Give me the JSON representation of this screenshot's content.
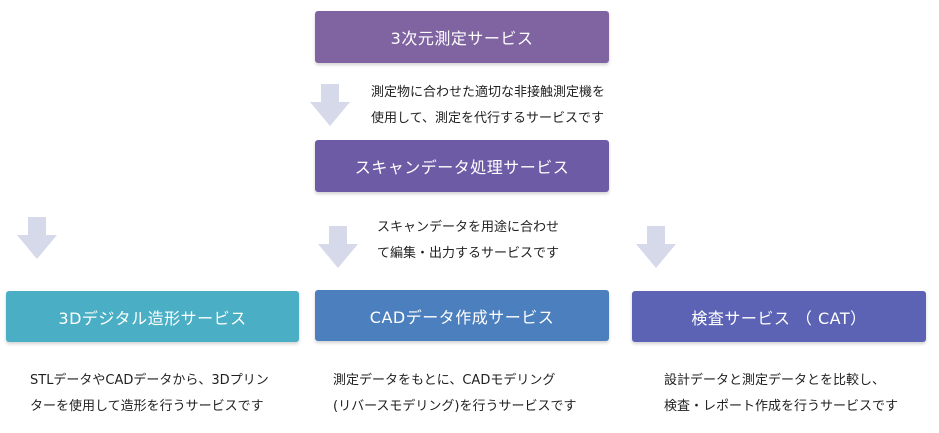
{
  "colors": {
    "measure": "#8064a2",
    "scan": "#6e5ba6",
    "print3d": "#4aaec5",
    "cad": "#4b7fbd",
    "cat": "#5c63b5",
    "arrow": "#d6d9ea"
  },
  "boxes": {
    "measure": "3次元測定サービス",
    "scan": "スキャンデータ処理サービス",
    "print3d": "3Dデジタル造形サービス",
    "cad": "CADデータ作成サービス",
    "cat": "検査サービス （ CAT）"
  },
  "descriptions": {
    "measure": [
      "測定物に合わせた適切な非接触測定機を",
      "使用して、測定を代行するサービスです"
    ],
    "scan": [
      "スキャンデータを用途に合わせ",
      "て編集・出力するサービスです"
    ],
    "print3d": [
      "STLデータやCADデータから、3Dプリン",
      "ターを使用して造形を行うサービスです"
    ],
    "cad": [
      "測定データをもとに、CADモデリング",
      "(リバースモデリング)を行うサービスです"
    ],
    "cat": [
      "設計データと測定データとを比較し、",
      "検査・レポート作成を行うサービスです"
    ]
  },
  "icons": [
    "down-arrow-icon"
  ]
}
